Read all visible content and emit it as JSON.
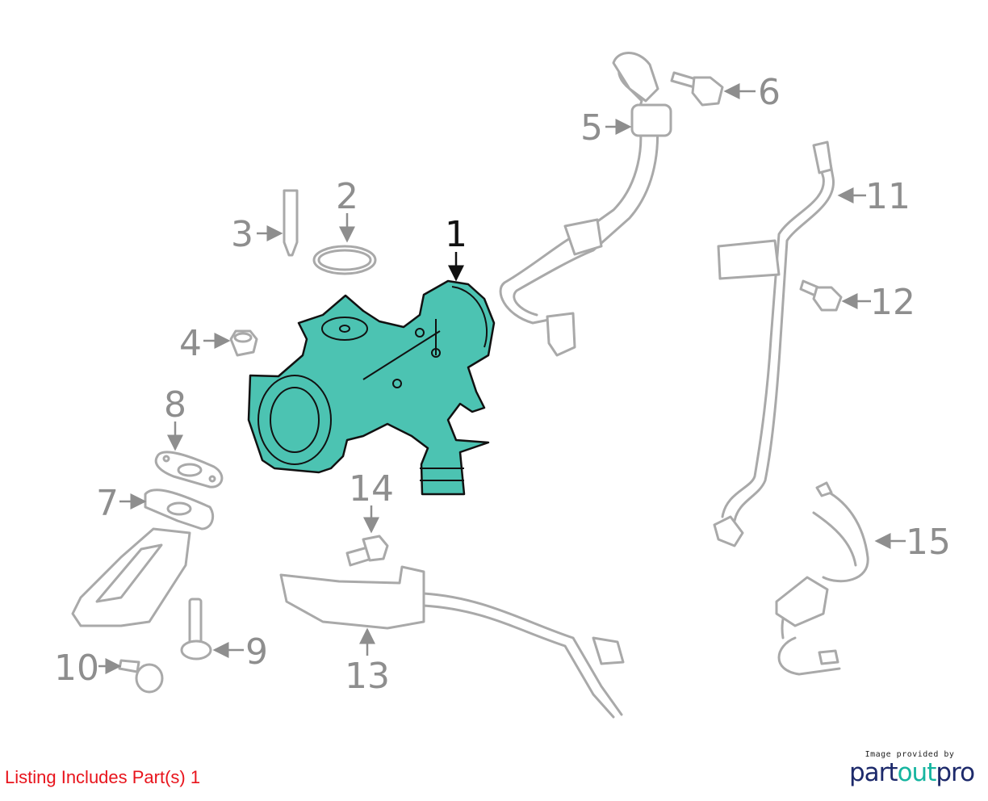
{
  "diagram": {
    "callouts": [
      "1",
      "2",
      "3",
      "4",
      "5",
      "6",
      "7",
      "8",
      "9",
      "10",
      "11",
      "12",
      "13",
      "14",
      "15"
    ],
    "highlight_color": "#4cc3b2",
    "callout_color": "#8e8e8e"
  },
  "footer": {
    "listing_text": "Listing Includes Part(s) 1",
    "credit_caption": "Image provided by",
    "logo_part1": "part",
    "logo_part2": "out",
    "logo_part3": "pro"
  }
}
